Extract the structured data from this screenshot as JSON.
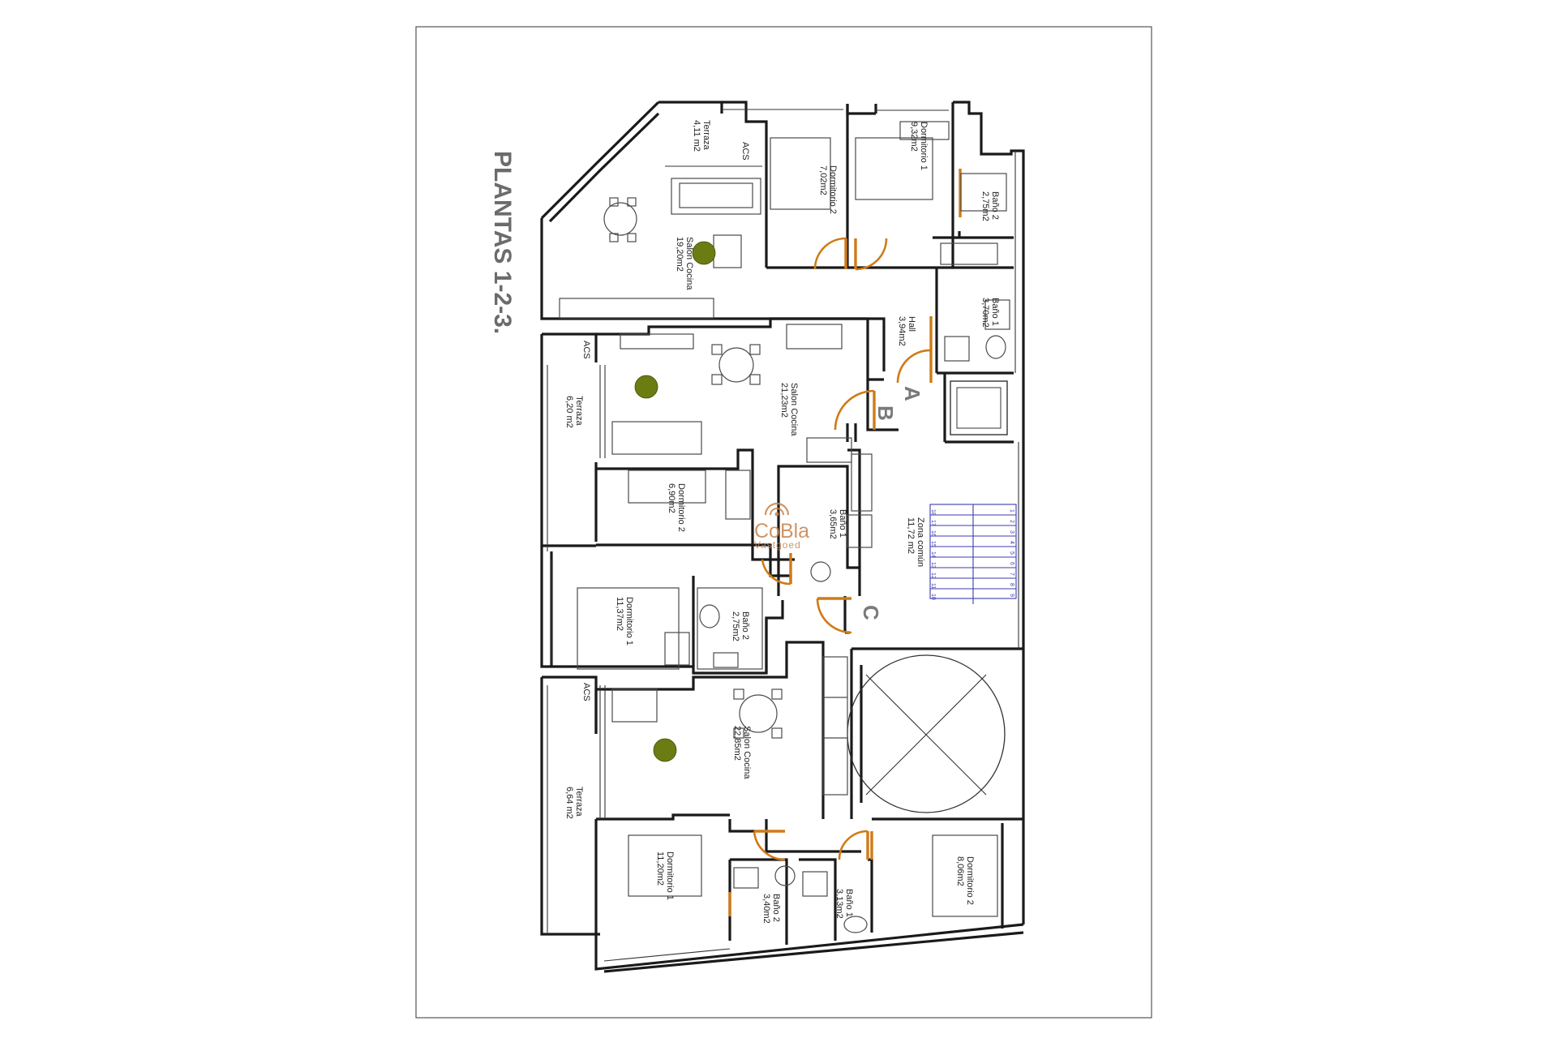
{
  "drawing": {
    "title": "PLANTAS 1-2-3.",
    "brand": {
      "name": "CoBla",
      "tagline": "Vastgoed",
      "color": "#c8824a"
    },
    "door_color": "#d07a16",
    "stair_color": "#3b3bb3",
    "unit_labels": [
      "A",
      "B",
      "C"
    ],
    "rooms": {
      "a_terraza": [
        "Terraza",
        "4,11 m2"
      ],
      "a_acs": [
        "ACS"
      ],
      "a_salon": [
        "Salon Cocina",
        "19,20m2"
      ],
      "a_dorm2": [
        "Dormitorio 2",
        "7,02m2"
      ],
      "a_dorm1": [
        "Dormitorio 1",
        "9,32m2"
      ],
      "a_bano2": [
        "Baño 2",
        "2,75m2"
      ],
      "a_bano1": [
        "Baño 1",
        "3,70m2"
      ],
      "a_hall": [
        "Hall",
        "3,94m2"
      ],
      "b_acs": [
        "ACS"
      ],
      "b_terraza": [
        "Terraza",
        "6,20 m2"
      ],
      "b_salon": [
        "Salon Cocina",
        "21,23m2"
      ],
      "b_dorm2": [
        "Dormitorio 2",
        "6,90m2"
      ],
      "b_bano1": [
        "Baño 1",
        "3,65m2"
      ],
      "b_dorm1": [
        "Dormitorio 1",
        "11,37m2"
      ],
      "b_bano2": [
        "Baño 2",
        "2,75m2"
      ],
      "zona_comun": [
        "Zona común",
        "11,72 m2"
      ],
      "c_acs": [
        "ACS"
      ],
      "c_terraza": [
        "Terraza",
        "6,64 m2"
      ],
      "c_salon": [
        "Salon Cocina",
        "22,85m2"
      ],
      "c_dorm1": [
        "Dormitorio 1",
        "11,20m2"
      ],
      "c_bano2": [
        "Baño 2",
        "3,40m2"
      ],
      "c_bano1": [
        "Baño 1",
        "3,13m2"
      ],
      "c_dorm2": [
        "Dormitorio 2",
        "8,06m2"
      ]
    },
    "stair_steps_left": [
      "18",
      "17",
      "16",
      "15",
      "14",
      "13",
      "12",
      "11",
      "10"
    ],
    "stair_steps_right": [
      "1",
      "2",
      "3",
      "4",
      "5",
      "6",
      "7",
      "8",
      "9"
    ]
  }
}
